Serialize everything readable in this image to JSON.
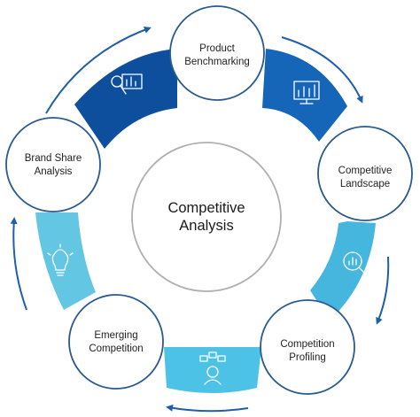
{
  "center": {
    "line1": "Competitive",
    "line2": "Analysis"
  },
  "nodes": [
    {
      "id": "product-benchmarking",
      "line1": "Product",
      "line2": "Benchmarking"
    },
    {
      "id": "competitive-landscape",
      "line1": "Competitive",
      "line2": "Landscape"
    },
    {
      "id": "competition-profiling",
      "line1": "Competition",
      "line2": "Profiling"
    },
    {
      "id": "emerging-competition",
      "line1": "Emerging",
      "line2": "Competition"
    },
    {
      "id": "brand-share-analysis",
      "line1": "Brand Share",
      "line2": "Analysis"
    }
  ],
  "segments": [
    {
      "icon": "chart-magnifier-icon",
      "color": "#0d4f9c"
    },
    {
      "icon": "monitor-chart-icon",
      "color": "#1565b8"
    },
    {
      "icon": "search-analytics-icon",
      "color": "#45b6dd"
    },
    {
      "icon": "person-network-icon",
      "color": "#4cc3e6"
    },
    {
      "icon": "lightbulb-icon",
      "color": "#63c7e3"
    }
  ],
  "colors": {
    "arrow": "#1f5fa8",
    "node_border": "#2b5a8f",
    "center_border": "#b0b0b0"
  }
}
